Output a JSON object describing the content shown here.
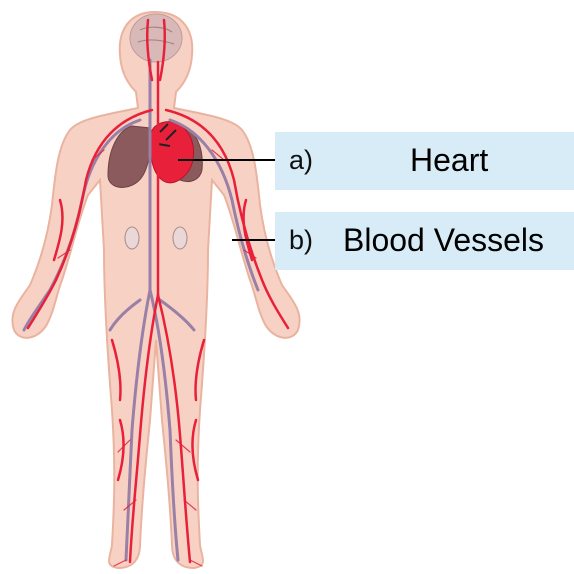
{
  "labels": [
    {
      "letter": "a)",
      "name": "Heart"
    },
    {
      "letter": "b)",
      "name": "Blood Vessels"
    }
  ],
  "colors": {
    "label_background": "#d8ecf7",
    "skin": "#f7d2c4",
    "artery": "#e8203a",
    "vein": "#9a7fa6",
    "lung": "#8a5a5c",
    "pointer_line": "#000000"
  }
}
